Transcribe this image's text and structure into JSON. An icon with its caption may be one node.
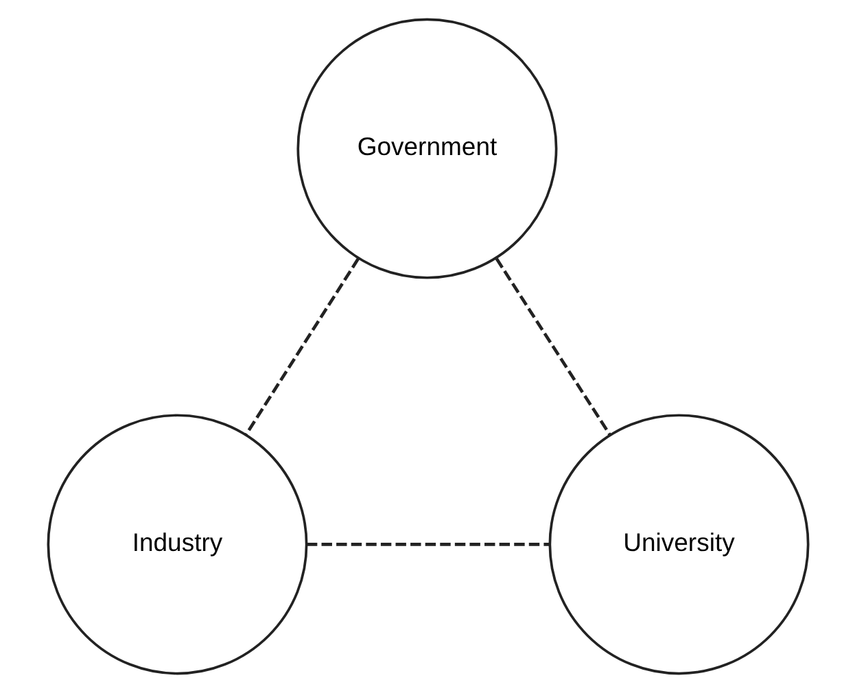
{
  "diagram": {
    "nodes": [
      {
        "text": [
          "Government"
        ]
      },
      {
        "text": [
          "Industry"
        ]
      },
      {
        "text": [
          "University"
        ]
      }
    ],
    "edges": [
      {
        "from": 0,
        "to": 1,
        "arrow": "none",
        "style": "dashed"
      },
      {
        "from": 0,
        "to": 2,
        "arrow": "none",
        "style": "dashed"
      },
      {
        "from": 1,
        "to": 2,
        "arrow": "none",
        "style": "dashed"
      }
    ]
  }
}
